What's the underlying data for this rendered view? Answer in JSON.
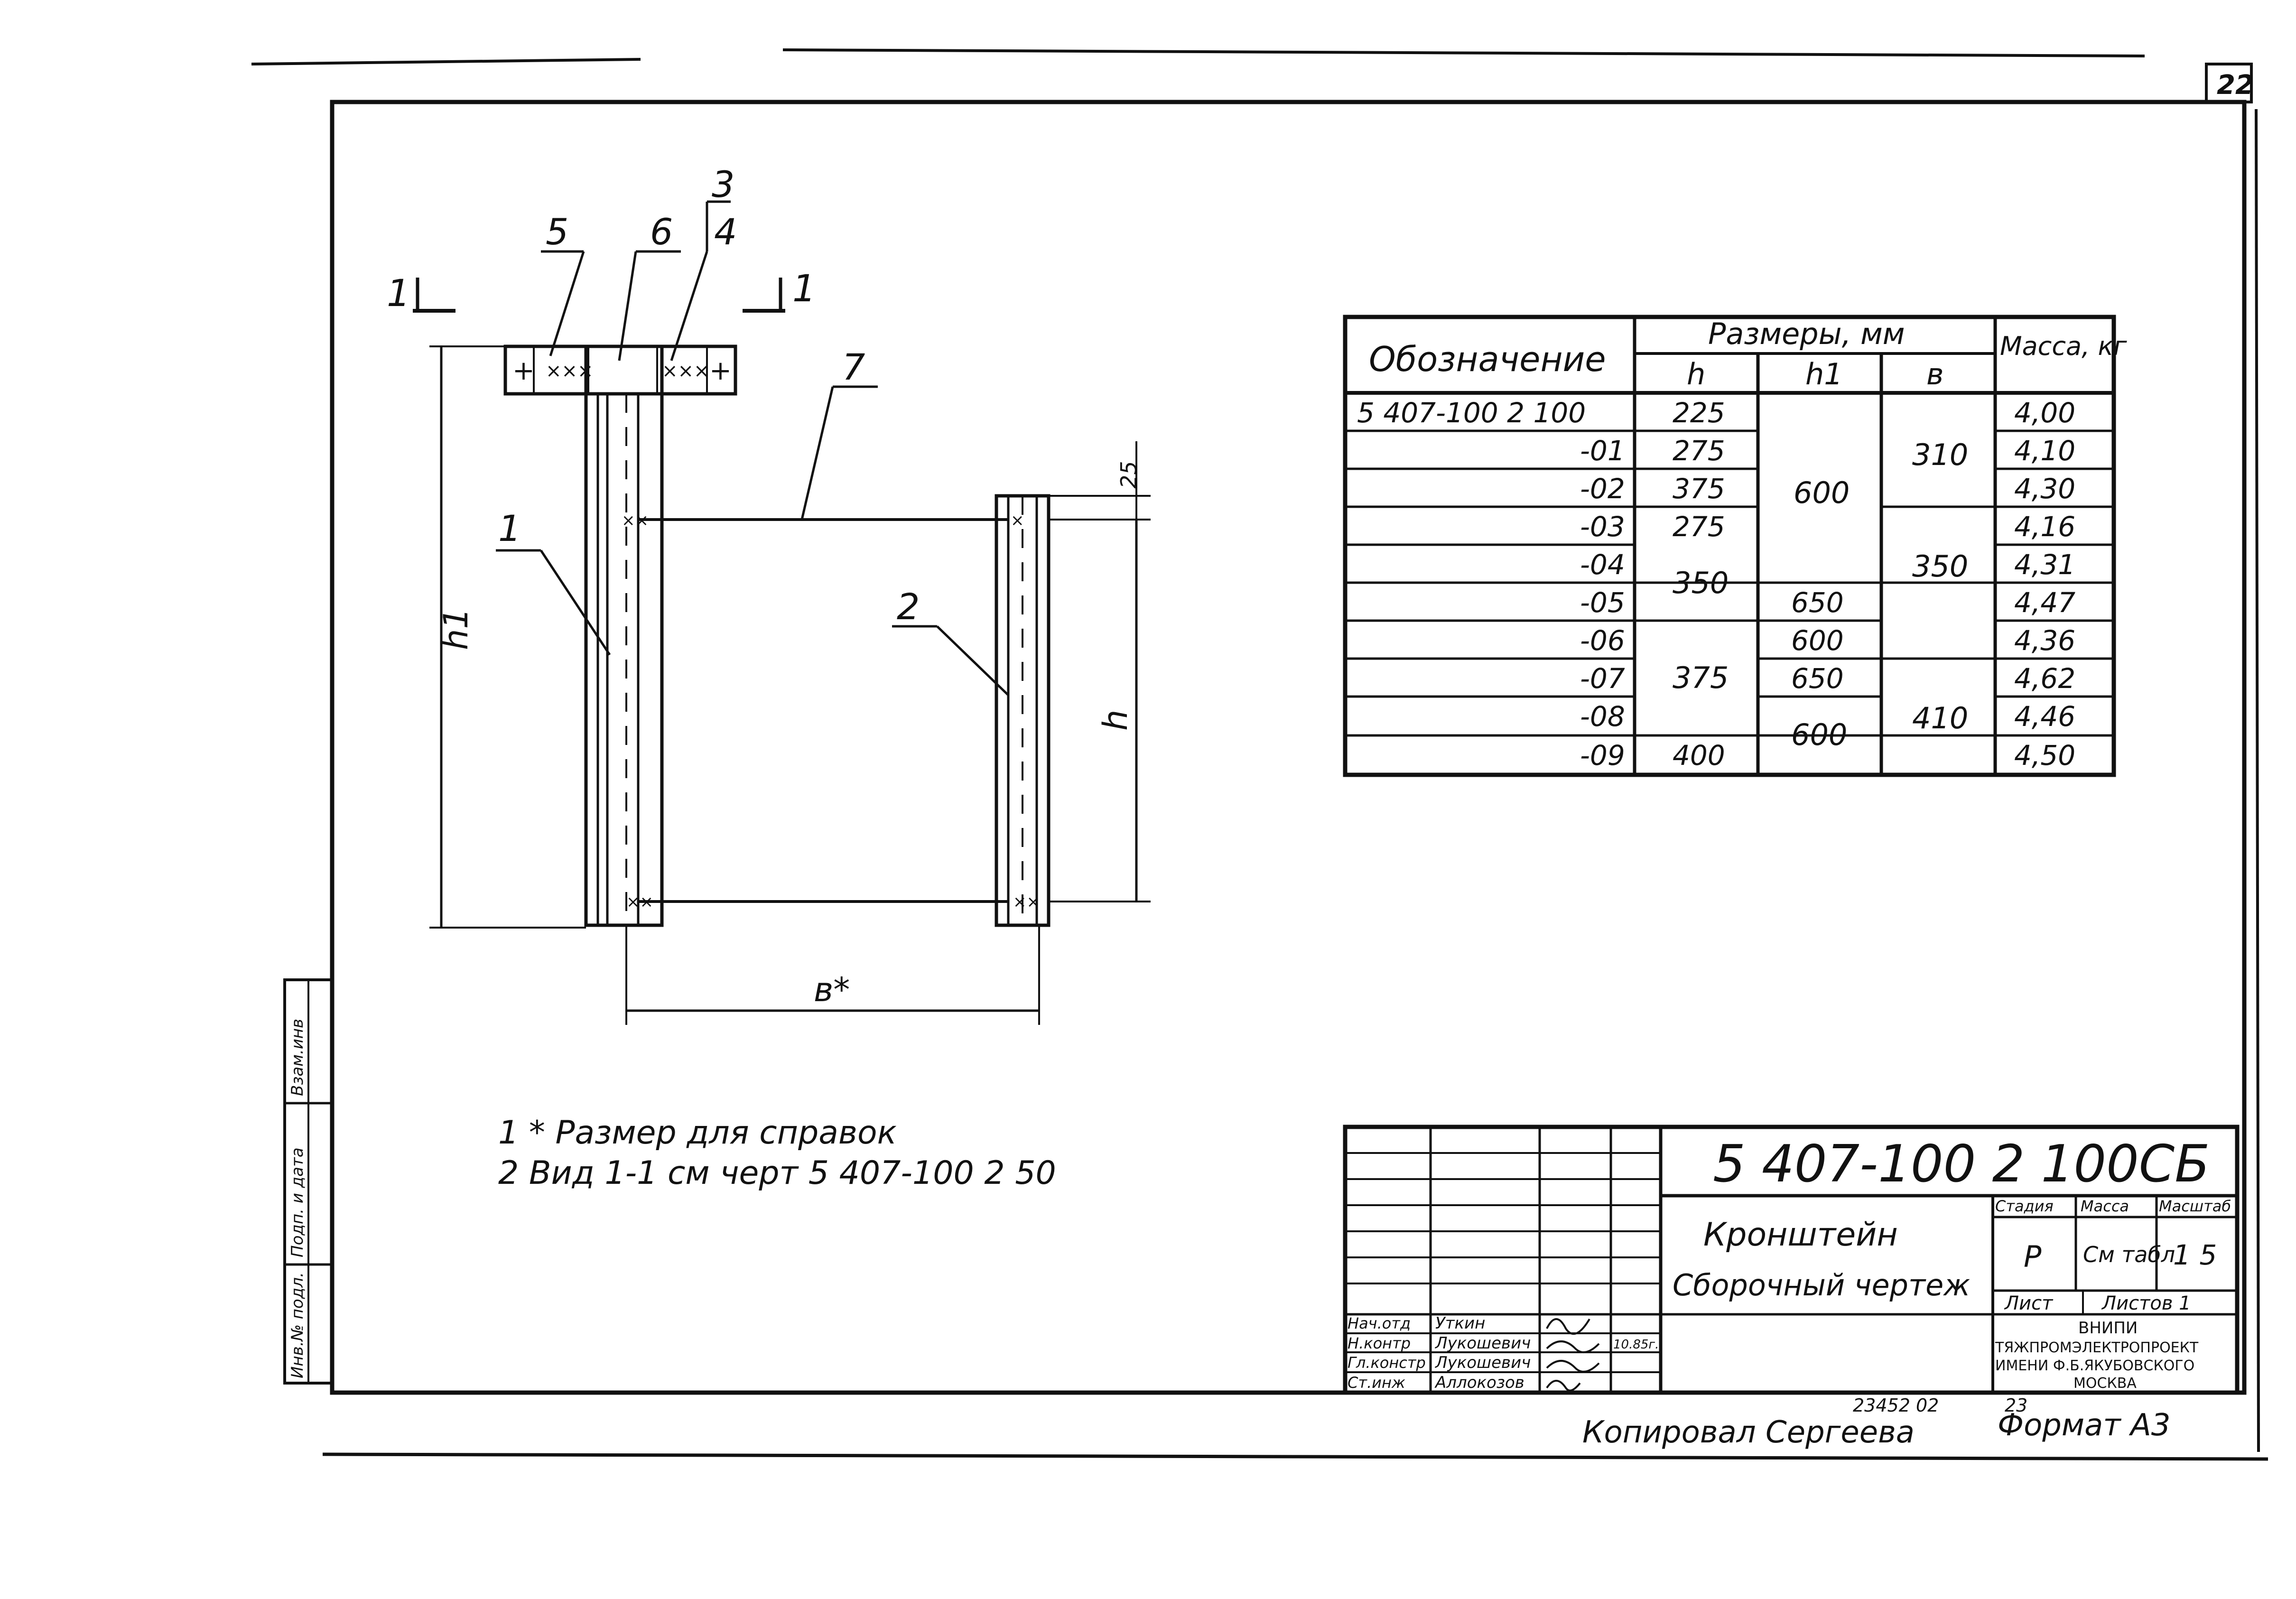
{
  "sheet": {
    "page_number": "22",
    "format": "Формат А3",
    "copied_by": "Копировал Сергеева",
    "stamp_small_1": "23452 02",
    "stamp_small_2": "23"
  },
  "drawing": {
    "callouts": [
      "1",
      "2",
      "3",
      "4",
      "5",
      "6",
      "7"
    ],
    "section_label_left": "1",
    "section_label_right": "1",
    "dim_h1": "h1",
    "dim_h": "h",
    "dim_b": "в*",
    "dim_25": "25"
  },
  "notes": [
    "1 * Размер для справок",
    "2 Вид 1-1 см черт 5 407-100 2 50"
  ],
  "table": {
    "col_designation": "Обозначение",
    "col_sizes": "Размеры, мм",
    "col_h": "h",
    "col_h1": "h1",
    "col_b": "в",
    "col_mass": "Масса, кг",
    "rows": [
      {
        "designation": "5 407-100 2 100",
        "h": "225",
        "mass": "4,00"
      },
      {
        "designation": "-01",
        "h": "275",
        "mass": "4,10"
      },
      {
        "designation": "-02",
        "h": "375",
        "mass": "4,30"
      },
      {
        "designation": "-03",
        "h": "275",
        "mass": "4,16"
      },
      {
        "designation": "-04",
        "h": "",
        "mass": "4,31"
      },
      {
        "designation": "-05",
        "h": "",
        "mass": "4,47"
      },
      {
        "designation": "-06",
        "h": "",
        "mass": "4,36"
      },
      {
        "designation": "-07",
        "h": "",
        "mass": "4,62"
      },
      {
        "designation": "-08",
        "h": "",
        "mass": "4,46"
      },
      {
        "designation": "-09",
        "h": "400",
        "mass": "4,50"
      }
    ],
    "merged_h_350": "350",
    "merged_h_375": "375",
    "merged_h1_600_a": "600",
    "merged_h1_650_a": "650",
    "merged_h1_600_b": "600",
    "merged_h1_650_b": "650",
    "merged_h1_600_c": "600",
    "merged_b_310": "310",
    "merged_b_350": "350",
    "merged_b_410": "410"
  },
  "title_block": {
    "doc_code": "5 407-100 2 100СБ",
    "name_line1": "Кронштейн",
    "name_line2": "Сборочный чертеж",
    "stage_label": "Стадия",
    "mass_label": "Масса",
    "scale_label": "Масштаб",
    "stage_value": "Р",
    "mass_value": "См табл",
    "scale_value": "1 5",
    "sheet_label": "Лист",
    "sheets_label": "Листов 1",
    "org_line1": "ВНИПИ",
    "org_line2": "ТЯЖПРОМЭЛЕКТРОПРОЕКТ",
    "org_line3": "ИМЕНИ Ф.Б.ЯКУБОВСКОГО",
    "org_line4": "МОСКВА",
    "signatures": [
      {
        "role": "Нач.отд",
        "name": "Уткин",
        "date": ""
      },
      {
        "role": "Н.контр",
        "name": "Лукошевич",
        "date": "10.85г."
      },
      {
        "role": "Гл.констр",
        "name": "Лукошевич",
        "date": ""
      },
      {
        "role": "Ст.инж",
        "name": "Аллокозов",
        "date": ""
      }
    ]
  },
  "side_stamp": {
    "cell1": "Взам.инв",
    "cell2": "Подп. и дата",
    "cell3": "Инв.№ подл."
  }
}
